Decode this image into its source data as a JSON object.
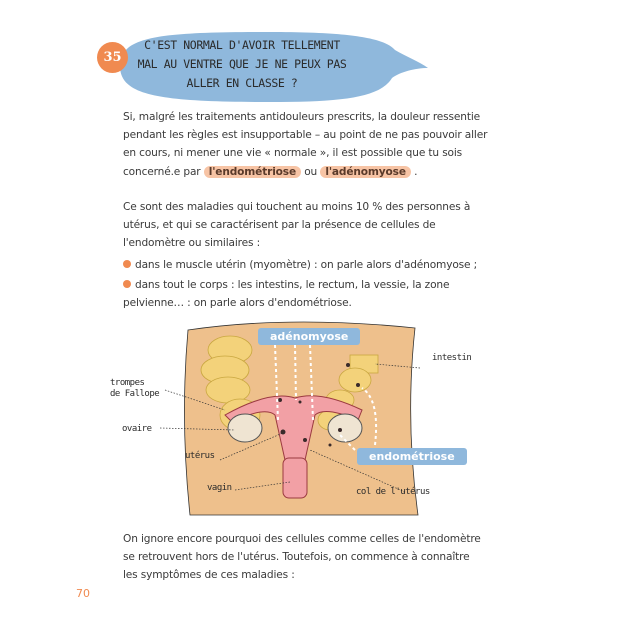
{
  "question": {
    "number": "35",
    "title_lines": [
      "C'EST NORMAL D'AVOIR TELLEMENT",
      "MAL AU VENTRE QUE JE NE PEUX PAS",
      "ALLER EN CLASSE ?"
    ]
  },
  "intro": {
    "text_before": "Si, malgré les traitements antidouleurs prescrits, la douleur ressentie pendant les règles est insupportable – au point de ne pas pouvoir aller en cours, ni mener une vie « normale », il est possible que tu sois concerné.e par ",
    "highlight1": "l'endométriose",
    "middle": " ou ",
    "highlight2": "l'adénomyose",
    "end": " ."
  },
  "paragraph2": "Ce sont des maladies qui touchent au moins 10 % des personnes à utérus, et qui se caractérisent par la présence de cellules de l'endomètre ou similaires :",
  "bullets": [
    "dans le muscle utérin (myomètre) : on parle alors d'adénomyose ;",
    "dans tout le corps : les intestins, le rectum, la vessie, la zone pelvienne… : on parle alors d'endométriose."
  ],
  "diagram": {
    "tag_adenomyose": "adénomyose",
    "tag_endometriose": "endométriose",
    "labels": {
      "trompes": "trompes\nde Fallope",
      "ovaire": "ovaire",
      "uterus": "utérus",
      "vagin": "vagin",
      "col": "col de l'utérus",
      "intestin": "intestin"
    }
  },
  "paragraph3": "On ignore encore pourquoi des cellules comme celles de l'endomètre se retrouvent hors de l'utérus. Toutefois, on commence à connaître les symptômes de ces maladies :",
  "page_number": "70",
  "colors": {
    "accent": "#f08a50",
    "bubble": "#8fb8dc",
    "highlight": "#f7c4a5",
    "skin": "#eec08c"
  }
}
